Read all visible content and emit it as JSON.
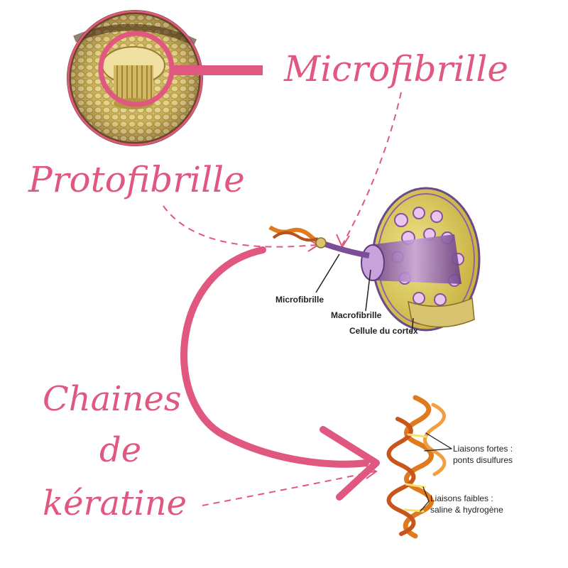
{
  "labels": {
    "microfibrille": "Microfibrille",
    "protofibrille": "Protofibrille",
    "chaines_line1": "Chaines",
    "chaines_line2": "de",
    "chaines_line3": "kératine"
  },
  "diagram_labels": {
    "microfibrille": "Microfibrille",
    "macrofibrille": "Macrofibrille",
    "cellule": "Cellule du cortex"
  },
  "keratin_labels": {
    "fortes_1": "Liaisons fortes :",
    "fortes_2": "ponts disulfures",
    "faibles_1": "Liaisons faibles :",
    "faibles_2": "saline & hydrogène"
  },
  "colors": {
    "accent": "#e0577f",
    "fiber_gold": "#d8c470",
    "fiber_purple": "#9b6fb8",
    "keratin_orange": "#e07a1f"
  }
}
